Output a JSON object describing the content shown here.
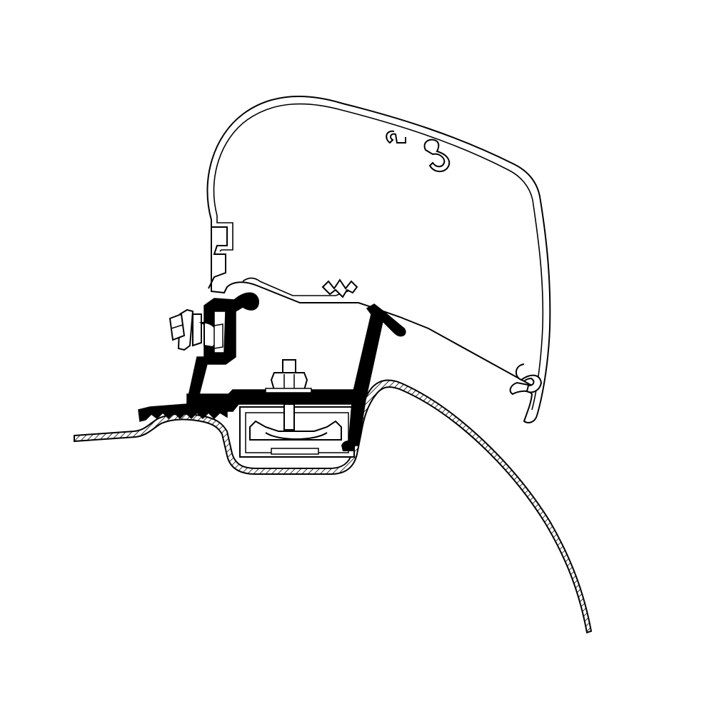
{
  "diagram": {
    "type": "technical-cross-section",
    "colors": {
      "background": "#ffffff",
      "line": "#000000",
      "adapter_fill": "#000000",
      "profile_fill": "#ffffff",
      "roof_hatch": "#000000"
    },
    "parts": [
      {
        "id": "awning-cassette",
        "label": ""
      },
      {
        "id": "mounting-adapter",
        "label": ""
      },
      {
        "id": "side-bolt",
        "label": ""
      },
      {
        "id": "roof-bolt",
        "label": ""
      },
      {
        "id": "roof-rail-channel",
        "label": ""
      },
      {
        "id": "vehicle-roof-panel",
        "label": ""
      }
    ]
  }
}
